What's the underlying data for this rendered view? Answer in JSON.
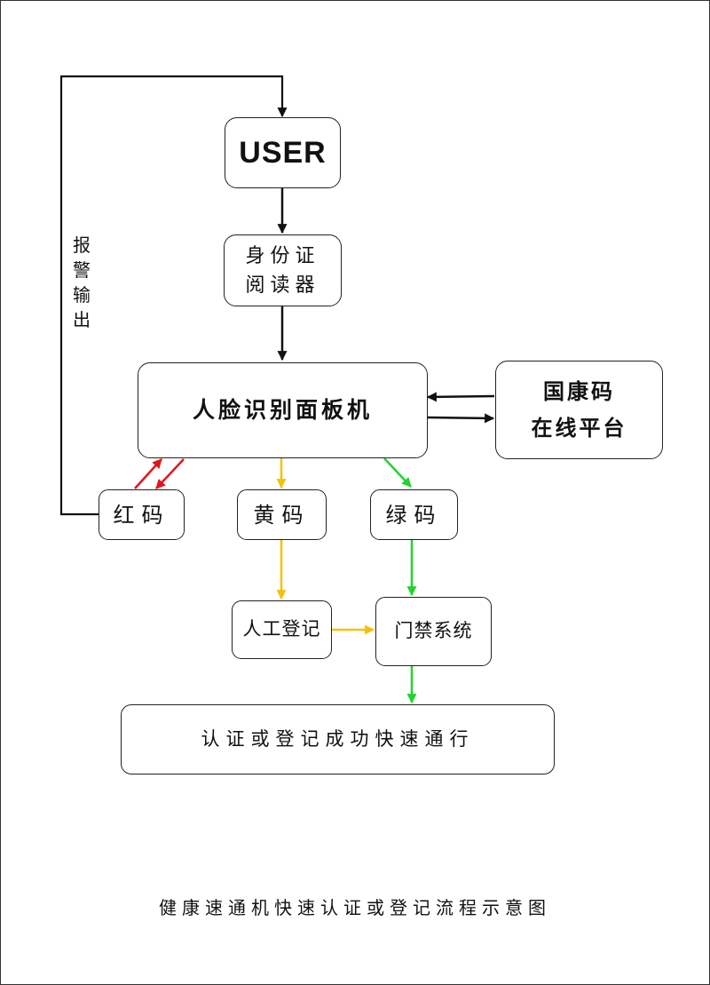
{
  "nodes": {
    "user": "USER",
    "id_reader": [
      "身份证",
      "阅读器"
    ],
    "face_terminal": "人脸识别面板机",
    "health_platform": [
      "国康码",
      "在线平台"
    ],
    "red_code": "红码",
    "yellow_code": "黄码",
    "green_code": "绿码",
    "manual_registration": "人工登记",
    "access_control": "门禁系统",
    "result": "认证或登记成功快速通行"
  },
  "alarm_label": [
    "报",
    "警",
    "输",
    "出"
  ],
  "caption": "健康速通机快速认证或登记流程示意图",
  "colors": {
    "black": "#111111",
    "red": "#e0161d",
    "yellow": "#f2c20a",
    "green": "#20d42c"
  }
}
